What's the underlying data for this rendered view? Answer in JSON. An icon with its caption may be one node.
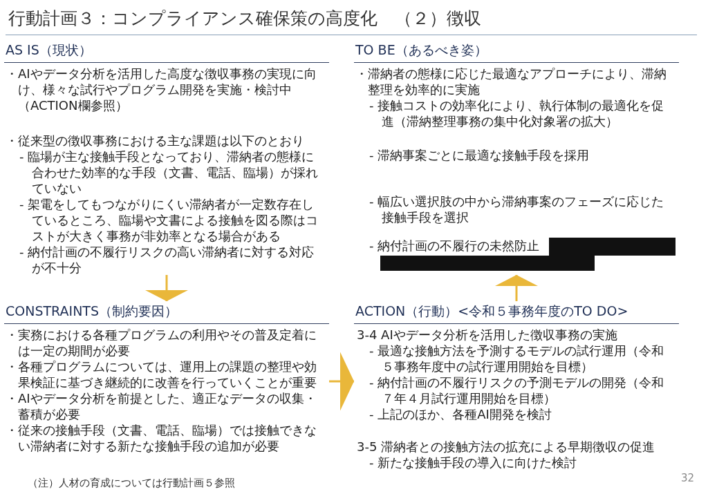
{
  "diagram": {
    "title": "行動計画３：コンプライアンス確保策の高度化　（２）徴収",
    "nodes": [
      {
        "text": [
          "AS IS（現状）",
          "・AIやデータ分析を活用した高度な徴収事務の実現に向け、様々な試行やプログラム開発を実施・検討中（ACTION欄参照）",
          "・従来型の徴収事務における主な課題は以下のとおり",
          "- 臨場が主な接触手段となっており、滞納者の態様に合わせた効率的な手段（文書、電話、臨場）が採れていない",
          "- 架電をしてもつながりにくい滞納者が一定数存在しているところ、臨場や文書による接触を図る際はコストが大きく事務が非効率となる場合がある",
          "- 納付計画の不履行リスクの高い滞納者に対する対応が不十分"
        ]
      },
      {
        "text": [
          "TO BE（あるべき姿）",
          "・滞納者の態様に応じた最適なアプローチにより、滞納整理を効率的に実施",
          "- 接触コストの効率化により、執行体制の最適化を促進（滞納整理事務の集中化対象署の拡大）",
          "- 滞納事案ごとに最適な接触手段を採用",
          "- 幅広い選択肢の中から滞納事案のフェーズに応じた接触手段を選択",
          "- 納付計画の不履行の未然防止"
        ]
      },
      {
        "text": [
          "CONSTRAINTS（制約要因）",
          "・実務における各種プログラムの利用やその普及定着には一定の期間が必要",
          "・各種プログラムについては、運用上の課題の整理や効果検証に基づき継続的に改善を行っていくことが重要",
          "・AIやデータ分析を前提とした、適正なデータの収集・蓄積が必要",
          "・従来の接触手段（文書、電話、臨場）では接触できない滞納者に対する新たな接触手段の追加が必要"
        ]
      },
      {
        "text": [
          "ACTION（行動）<令和５事務年度のTO DO>",
          "3-4 AIやデータ分析を活用した徴収事務の実施",
          "- 最適な接触方法を予測するモデルの試行運用（令和５事務年度中の試行運用開始を目標）",
          "- 納付計画の不履行リスクの予測モデルの開発（令和７年４月試行運用開始を目標）",
          "- 上記のほか、各種AI開発を検討",
          "3-5 滞納者との接触方法の拡充による早期徴収の促進",
          "- 新たな接触手段の導入に向けた検討"
        ]
      }
    ],
    "edges": [
      {
        "from": 0,
        "to": 2,
        "arrow": "to"
      },
      {
        "from": 2,
        "to": 3,
        "arrow": "to"
      },
      {
        "from": 3,
        "to": 1,
        "arrow": "to"
      }
    ],
    "labels": [
      "（注）人材の育成については行動計画５参照",
      "32"
    ]
  }
}
